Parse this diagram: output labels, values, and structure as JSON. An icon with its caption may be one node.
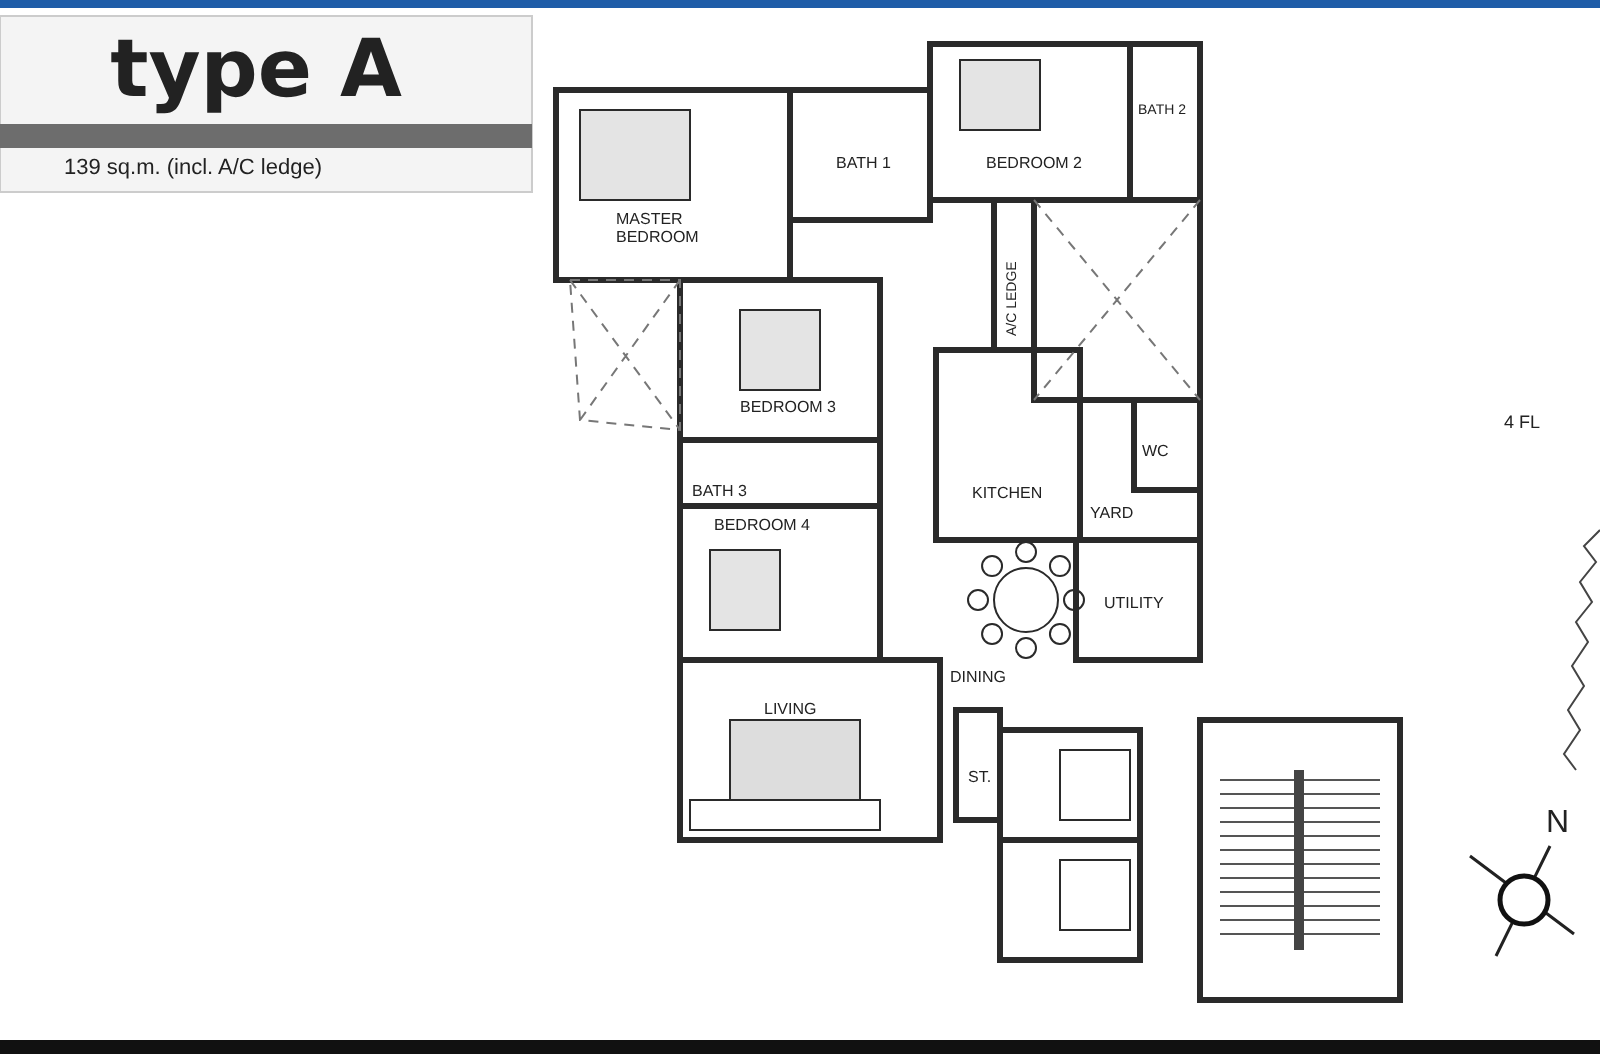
{
  "diagram": {
    "title": "type A",
    "labels": [
      "139 sq.m. (incl. A/C ledge)",
      "MASTER BEDROOM",
      "BATH 1",
      "BEDROOM 2",
      "BATH 2",
      "A/C LEDGE",
      "BEDROOM 3",
      "BATH 3",
      "KITCHEN",
      "WC",
      "YARD",
      "BEDROOM 4",
      "UTILITY",
      "DINING",
      "LIVING",
      "ST.",
      "4 FL",
      "N"
    ]
  }
}
